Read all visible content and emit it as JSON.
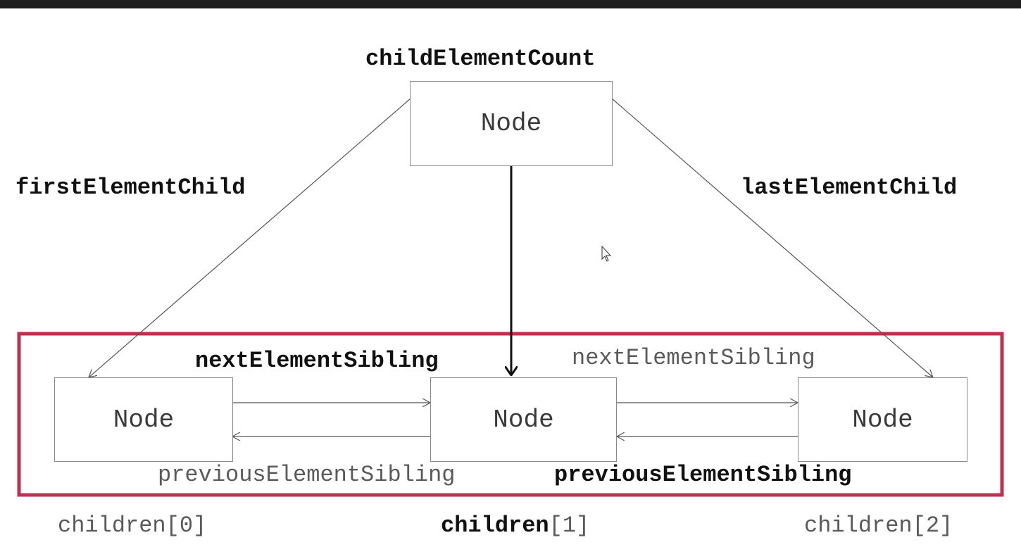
{
  "colors": {
    "highlight_border": "#c0304e",
    "line": "#555555",
    "strong_arrow": "#111111"
  },
  "parent": {
    "label": "Node",
    "count_label": "childElementCount"
  },
  "first_child_label": "firstElementChild",
  "last_child_label": "lastElementChild",
  "children_link": {
    "name": "children"
  },
  "nodes": [
    {
      "label": "Node",
      "index_label": "children[0]"
    },
    {
      "label": "Node",
      "index_label": "[1]"
    },
    {
      "label": "Node",
      "index_label": "children[2]"
    }
  ],
  "siblings": {
    "next_1": "nextElementSibling",
    "next_2": "nextElementSibling",
    "prev_1": "previousElementSibling",
    "prev_2": "previousElementSibling"
  },
  "cursor_icon": "mouse-pointer-icon"
}
